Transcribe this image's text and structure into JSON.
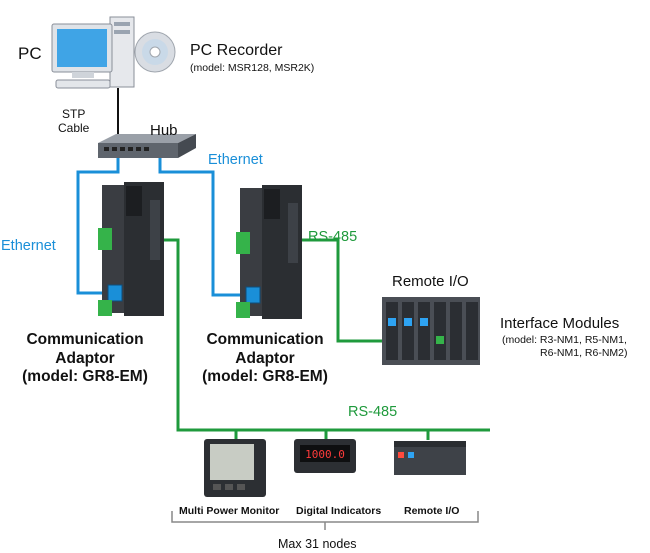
{
  "pc": {
    "label": "PC"
  },
  "recorder": {
    "title": "PC Recorder",
    "model": "(model: MSR128, MSR2K)"
  },
  "cable": {
    "line1": "STP",
    "line2": "Cable"
  },
  "hub": {
    "label": "Hub"
  },
  "ethernet": {
    "top": "Ethernet",
    "left": "Ethernet"
  },
  "rs485": {
    "top": "RS-485",
    "bottom": "RS-485"
  },
  "adaptor_left": {
    "line1": "Communication",
    "line2": "Adaptor",
    "line3": "(model: GR8-EM)"
  },
  "adaptor_right": {
    "line1": "Communication",
    "line2": "Adaptor",
    "line3": "(model: GR8-EM)"
  },
  "remote_io": {
    "title": "Remote I/O"
  },
  "interface_modules": {
    "title": "Interface Modules",
    "model_line1": "(model: R3-NM1, R5-NM1,",
    "model_line2": "R6-NM1, R6-NM2)"
  },
  "devices": {
    "monitor": "Multi Power Monitor",
    "indicators": "Digital Indicators",
    "remote_io": "Remote I/O"
  },
  "indicator_readout": "1000.0",
  "nodes_note": "Max 31 nodes",
  "colors": {
    "ethernet": "#1a8fd8",
    "rs485": "#1f9a3c"
  }
}
